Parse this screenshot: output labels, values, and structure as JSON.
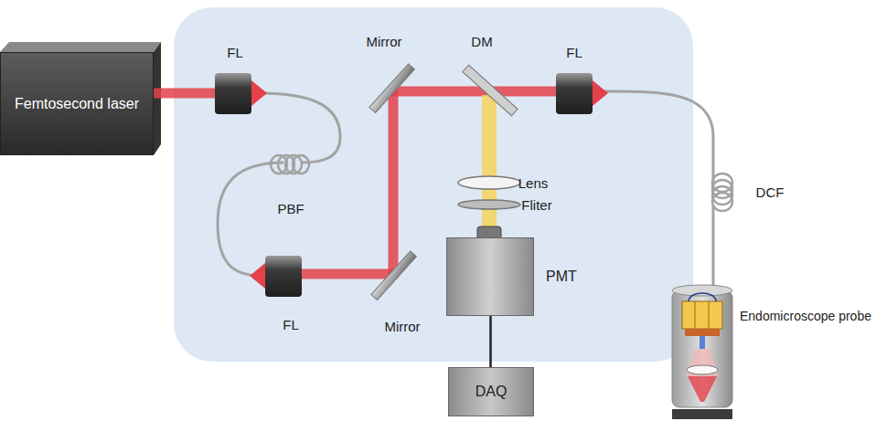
{
  "diagram": {
    "nodes": [
      {
        "text": [
          "Femtosecond laser"
        ]
      },
      {
        "text": [
          "PMT"
        ]
      },
      {
        "text": [
          "DAQ"
        ]
      },
      {
        "text": [
          "Endomicroscope probe"
        ]
      }
    ],
    "edges": [
      {
        "from": 1,
        "to": 2,
        "arrow": "none"
      }
    ],
    "labels": [
      "FL",
      "PBF",
      "FL",
      "Mirror",
      "Mirror",
      "DM",
      "FL",
      "Lens",
      "Fliter",
      "DCF"
    ]
  }
}
